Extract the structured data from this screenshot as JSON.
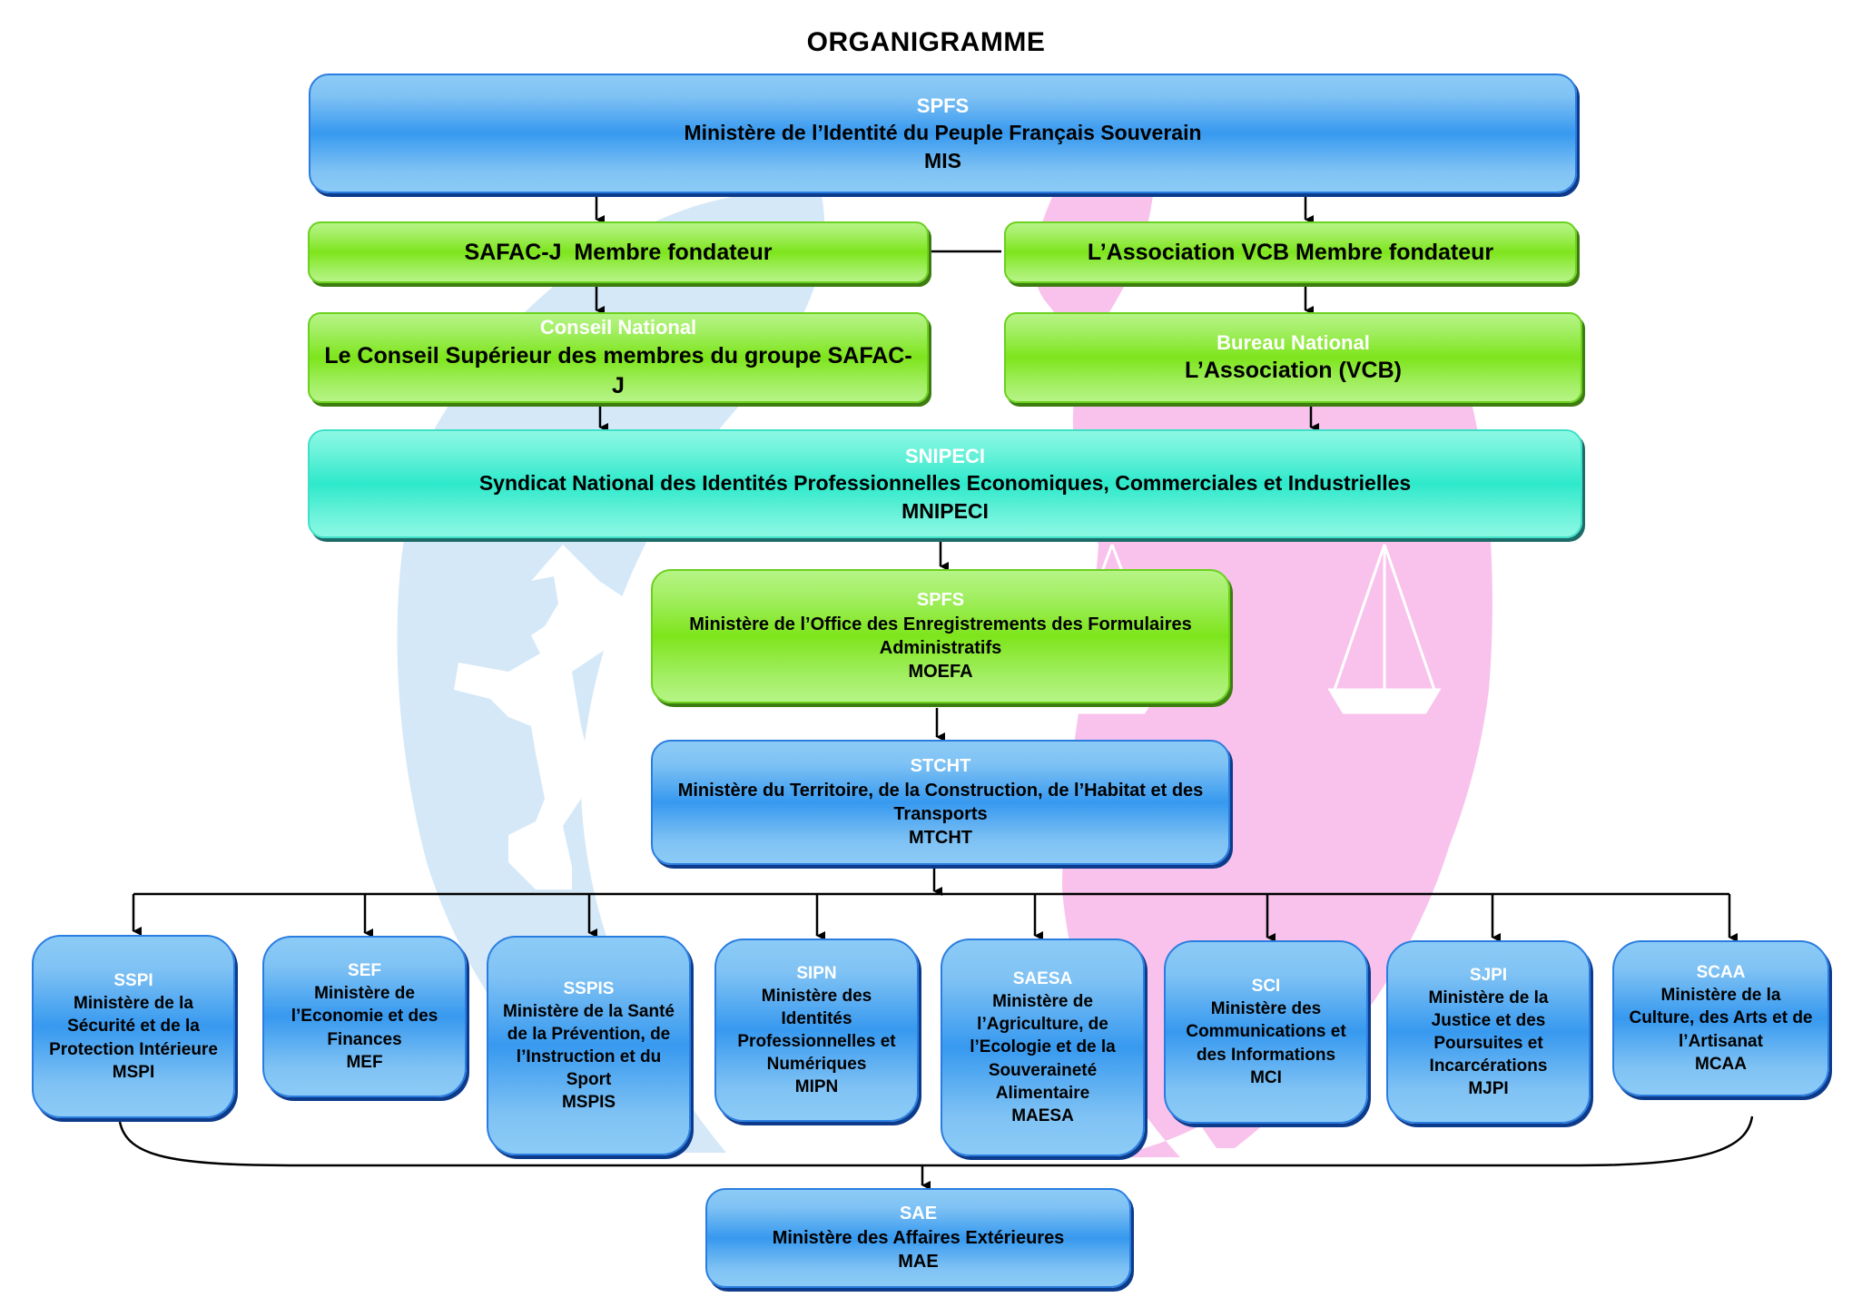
{
  "title": "ORGANIGRAMME",
  "colors": {
    "blue": "#3799ef",
    "green": "#7ee51c",
    "teal": "#2ee9cb",
    "watermark_blue": "#d4e8f8",
    "watermark_pink": "#f9c2ec"
  },
  "nodes": {
    "top": {
      "code": "SPFS",
      "name": "Ministère de l’Identité du Peuple Français Souverain",
      "abbr": "MIS"
    },
    "safacj": {
      "name": "SAFAC-J  Membre fondateur"
    },
    "vcb": {
      "name": "L’Association VCB Membre fondateur"
    },
    "conseil": {
      "code": "Conseil National",
      "name": "Le Conseil Supérieur des membres du groupe SAFAC-J"
    },
    "bureau": {
      "code": "Bureau National",
      "name": "L’Association (VCB)"
    },
    "snipeci": {
      "code": "SNIPECI",
      "name": "Syndicat National des Identités Professionnelles Economiques, Commerciales et Industrielles",
      "abbr": "MNIPECI"
    },
    "moefa": {
      "code": "SPFS",
      "name": "Ministère de l’Office des Enregistrements des Formulaires Administratifs",
      "abbr": "MOEFA"
    },
    "stcht": {
      "code": "STCHT",
      "name": "Ministère du Territoire, de la Construction, de l’Habitat et des Transports",
      "abbr": "MTCHT"
    },
    "ministries": [
      {
        "code": "SSPI",
        "name": "Ministère de la Sécurité et de la Protection Intérieure",
        "abbr": "MSPI"
      },
      {
        "code": "SEF",
        "name": "Ministère de l’Economie et des Finances",
        "abbr": "MEF"
      },
      {
        "code": "SSPIS",
        "name": "Ministère de la Santé de la Prévention, de l’Instruction et du Sport",
        "abbr": "MSPIS"
      },
      {
        "code": "SIPN",
        "name": "Ministère des Identités Professionnelles et Numériques",
        "abbr": "MIPN"
      },
      {
        "code": "SAESA",
        "name": "Ministère de l’Agriculture, de l’Ecologie et de la Souveraineté Alimentaire",
        "abbr": "MAESA"
      },
      {
        "code": "SCI",
        "name": "Ministère des Communications et des Informations",
        "abbr": "MCI"
      },
      {
        "code": "SJPI",
        "name": "Ministère de la Justice et des Poursuites et Incarcérations",
        "abbr": "MJPI"
      },
      {
        "code": "SCAA",
        "name": "Ministère de la Culture, des Arts et de l’Artisanat",
        "abbr": "MCAA"
      }
    ],
    "sae": {
      "code": "SAE",
      "name": "Ministère des Affaires Extérieures",
      "abbr": "MAE"
    }
  }
}
